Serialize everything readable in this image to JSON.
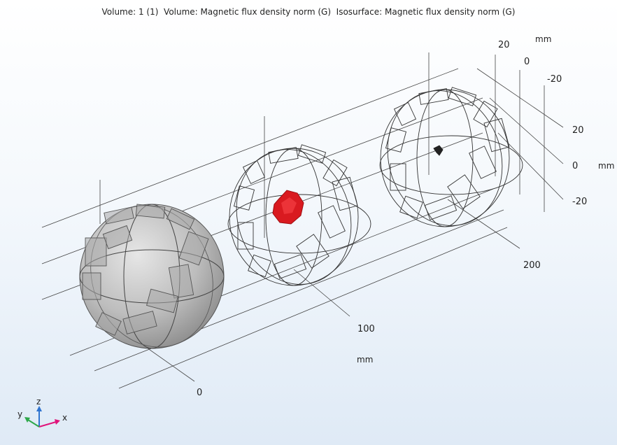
{
  "title": "Volume: 1 (1)  Volume: Magnetic flux density norm (G)  Isosurface: Magnetic flux density norm (G)",
  "axis_x": {
    "ticks": [
      "0",
      "100",
      "200"
    ],
    "unit": "mm"
  },
  "axis_y": {
    "ticks": [
      "20",
      "0",
      "-20"
    ],
    "unit": "mm"
  },
  "axis_z": {
    "ticks": [
      "20",
      "0",
      "-20"
    ],
    "unit": "mm"
  },
  "triad": {
    "x": "x",
    "y": "y",
    "z": "z"
  },
  "colors": {
    "background_top": "#ffffff",
    "background_bottom": "#dfeaf6",
    "wire": "#333333",
    "grid": "#444444",
    "isosurface": "#e0141c",
    "triad_x": "#e0147a",
    "triad_y": "#2ea84a",
    "triad_z": "#2f74d0"
  },
  "icons": [
    "coordinate-triad-icon"
  ]
}
